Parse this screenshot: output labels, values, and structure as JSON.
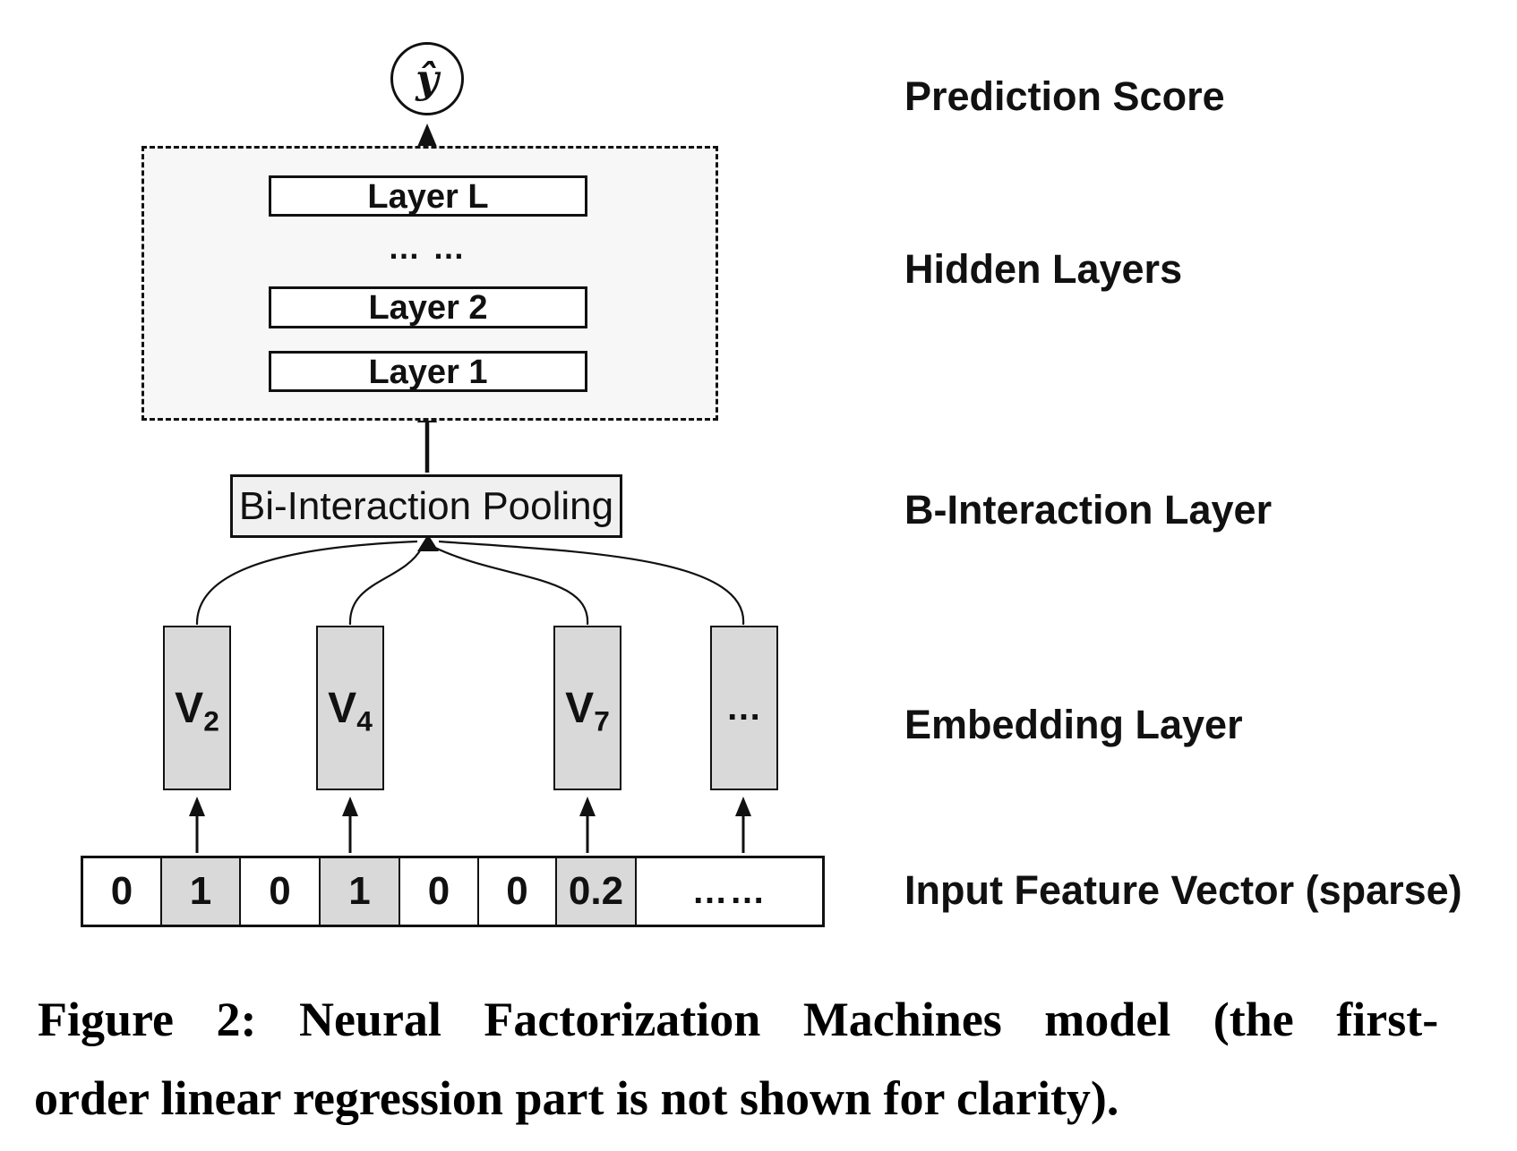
{
  "figure": {
    "prediction_symbol": "ŷ",
    "hidden_layers": {
      "layer_top": "Layer L",
      "dots": "… …",
      "layer_middle": "Layer 2",
      "layer_bottom": "Layer 1"
    },
    "pooling_label": "Bi-Interaction Pooling",
    "embeddings": [
      {
        "base": "V",
        "sub": "2"
      },
      {
        "base": "V",
        "sub": "4"
      },
      {
        "base": "V",
        "sub": "7"
      },
      {
        "base": "…",
        "sub": ""
      }
    ],
    "input_cells": [
      {
        "value": "0",
        "highlighted": false
      },
      {
        "value": "1",
        "highlighted": true
      },
      {
        "value": "0",
        "highlighted": false
      },
      {
        "value": "1",
        "highlighted": true
      },
      {
        "value": "0",
        "highlighted": false
      },
      {
        "value": "0",
        "highlighted": false
      },
      {
        "value": "0.2",
        "highlighted": true
      },
      {
        "value": "……",
        "highlighted": false
      }
    ],
    "side_labels": {
      "prediction": "Prediction Score",
      "hidden": "Hidden Layers",
      "bi_interaction": "B-Interaction Layer",
      "embedding": "Embedding Layer",
      "input": "Input Feature Vector (sparse)"
    },
    "colors": {
      "vector_gray": "#d9d9d9",
      "panel_gray": "#f7f7f7",
      "pooling_gray": "#f0f0f0",
      "line_black": "#111111",
      "background": "#ffffff"
    }
  },
  "caption": {
    "line1": "Figure 2: Neural Factorization Machines model (the first-",
    "line2": "order linear regression part is not shown for clarity)."
  }
}
